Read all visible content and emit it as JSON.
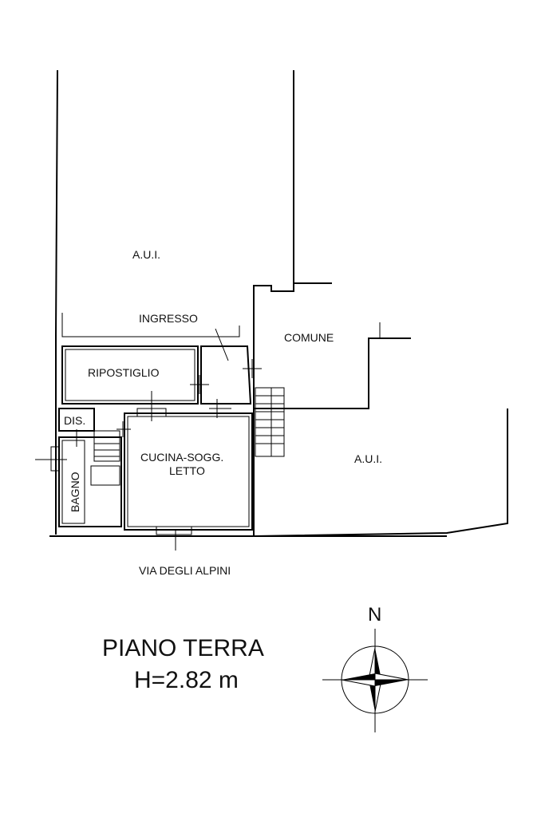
{
  "labels": {
    "aui_top": "A.U.I.",
    "ingresso": "INGRESSO",
    "comune": "COMUNE",
    "ripostiglio": "RIPOSTIGLIO",
    "dis": "DIS.",
    "cucina_line1": "CUCINA-SOGG.",
    "cucina_line2": "LETTO",
    "aui_right": "A.U.I.",
    "bagno": "BAGNO",
    "street": "VIA DEGLI ALPINI",
    "floor_title": "PIANO TERRA",
    "floor_height": "H=2.82 m",
    "north": "N"
  },
  "icons": {
    "compass": "compass-rose-icon"
  },
  "colors": {
    "line": "#000000",
    "background": "#ffffff"
  }
}
